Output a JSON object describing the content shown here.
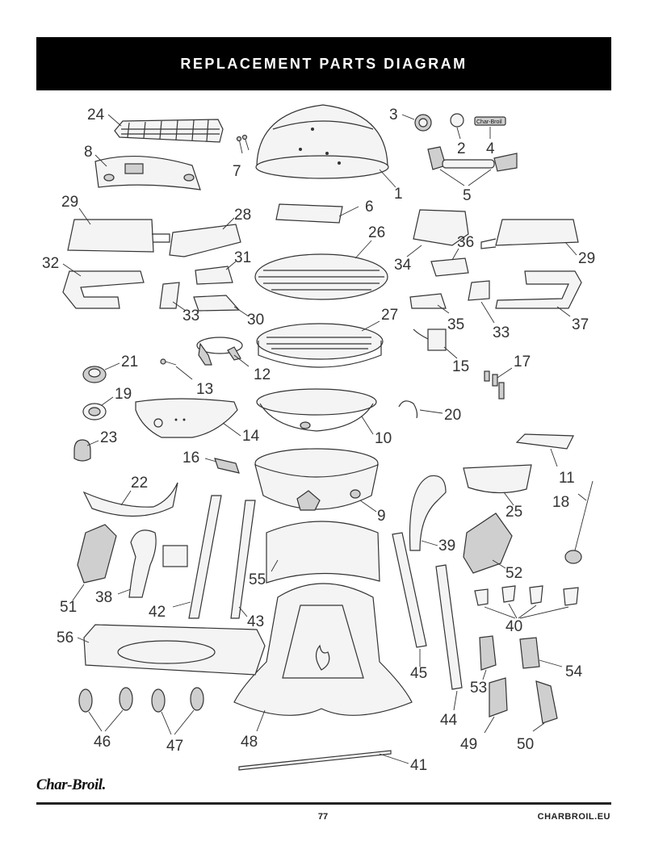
{
  "header": {
    "title": "REPLACEMENT PARTS DIAGRAM",
    "bar_color": "#000000"
  },
  "footer": {
    "page_number": "77",
    "website": "CHARBROIL.EU",
    "brand": "Char-Broil."
  },
  "callouts": {
    "p1": "1",
    "p2": "2",
    "p3": "3",
    "p4": "4",
    "p5": "5",
    "p6": "6",
    "p7": "7",
    "p8": "8",
    "p9": "9",
    "p10": "10",
    "p11": "11",
    "p12": "12",
    "p13": "13",
    "p14": "14",
    "p15": "15",
    "p16": "16",
    "p17": "17",
    "p18": "18",
    "p19": "19",
    "p20": "20",
    "p21": "21",
    "p22": "22",
    "p23": "23",
    "p24": "24",
    "p25": "25",
    "p26": "26",
    "p27": "27",
    "p28": "28",
    "p29": "29",
    "p29b": "29",
    "p30": "30",
    "p31": "31",
    "p32": "32",
    "p33": "33",
    "p33b": "33",
    "p34": "34",
    "p35": "35",
    "p36": "36",
    "p37": "37",
    "p38": "38",
    "p39": "39",
    "p40": "40",
    "p41": "41",
    "p42": "42",
    "p43": "43",
    "p44": "44",
    "p45": "45",
    "p46": "46",
    "p47": "47",
    "p48": "48",
    "p49": "49",
    "p50": "50",
    "p51": "51",
    "p52": "52",
    "p53": "53",
    "p54": "54",
    "p55": "55",
    "p56": "56"
  },
  "gauge_logo": "Char-Broil"
}
